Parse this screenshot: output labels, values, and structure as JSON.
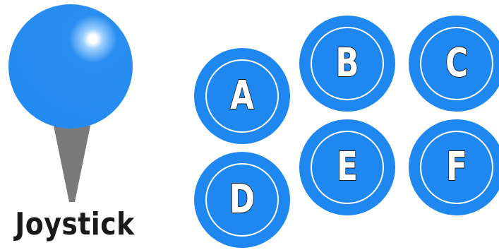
{
  "joystick": {
    "label": "Joystick",
    "ball_color": "#1f88f0",
    "stick_color": "#7a7a7a"
  },
  "buttons": [
    {
      "letter": "A"
    },
    {
      "letter": "B"
    },
    {
      "letter": "C"
    },
    {
      "letter": "D"
    },
    {
      "letter": "E"
    },
    {
      "letter": "F"
    }
  ],
  "colors": {
    "button_fill": "#1f88f0",
    "ring": "#ffffff",
    "label": "#1a1a1a"
  }
}
